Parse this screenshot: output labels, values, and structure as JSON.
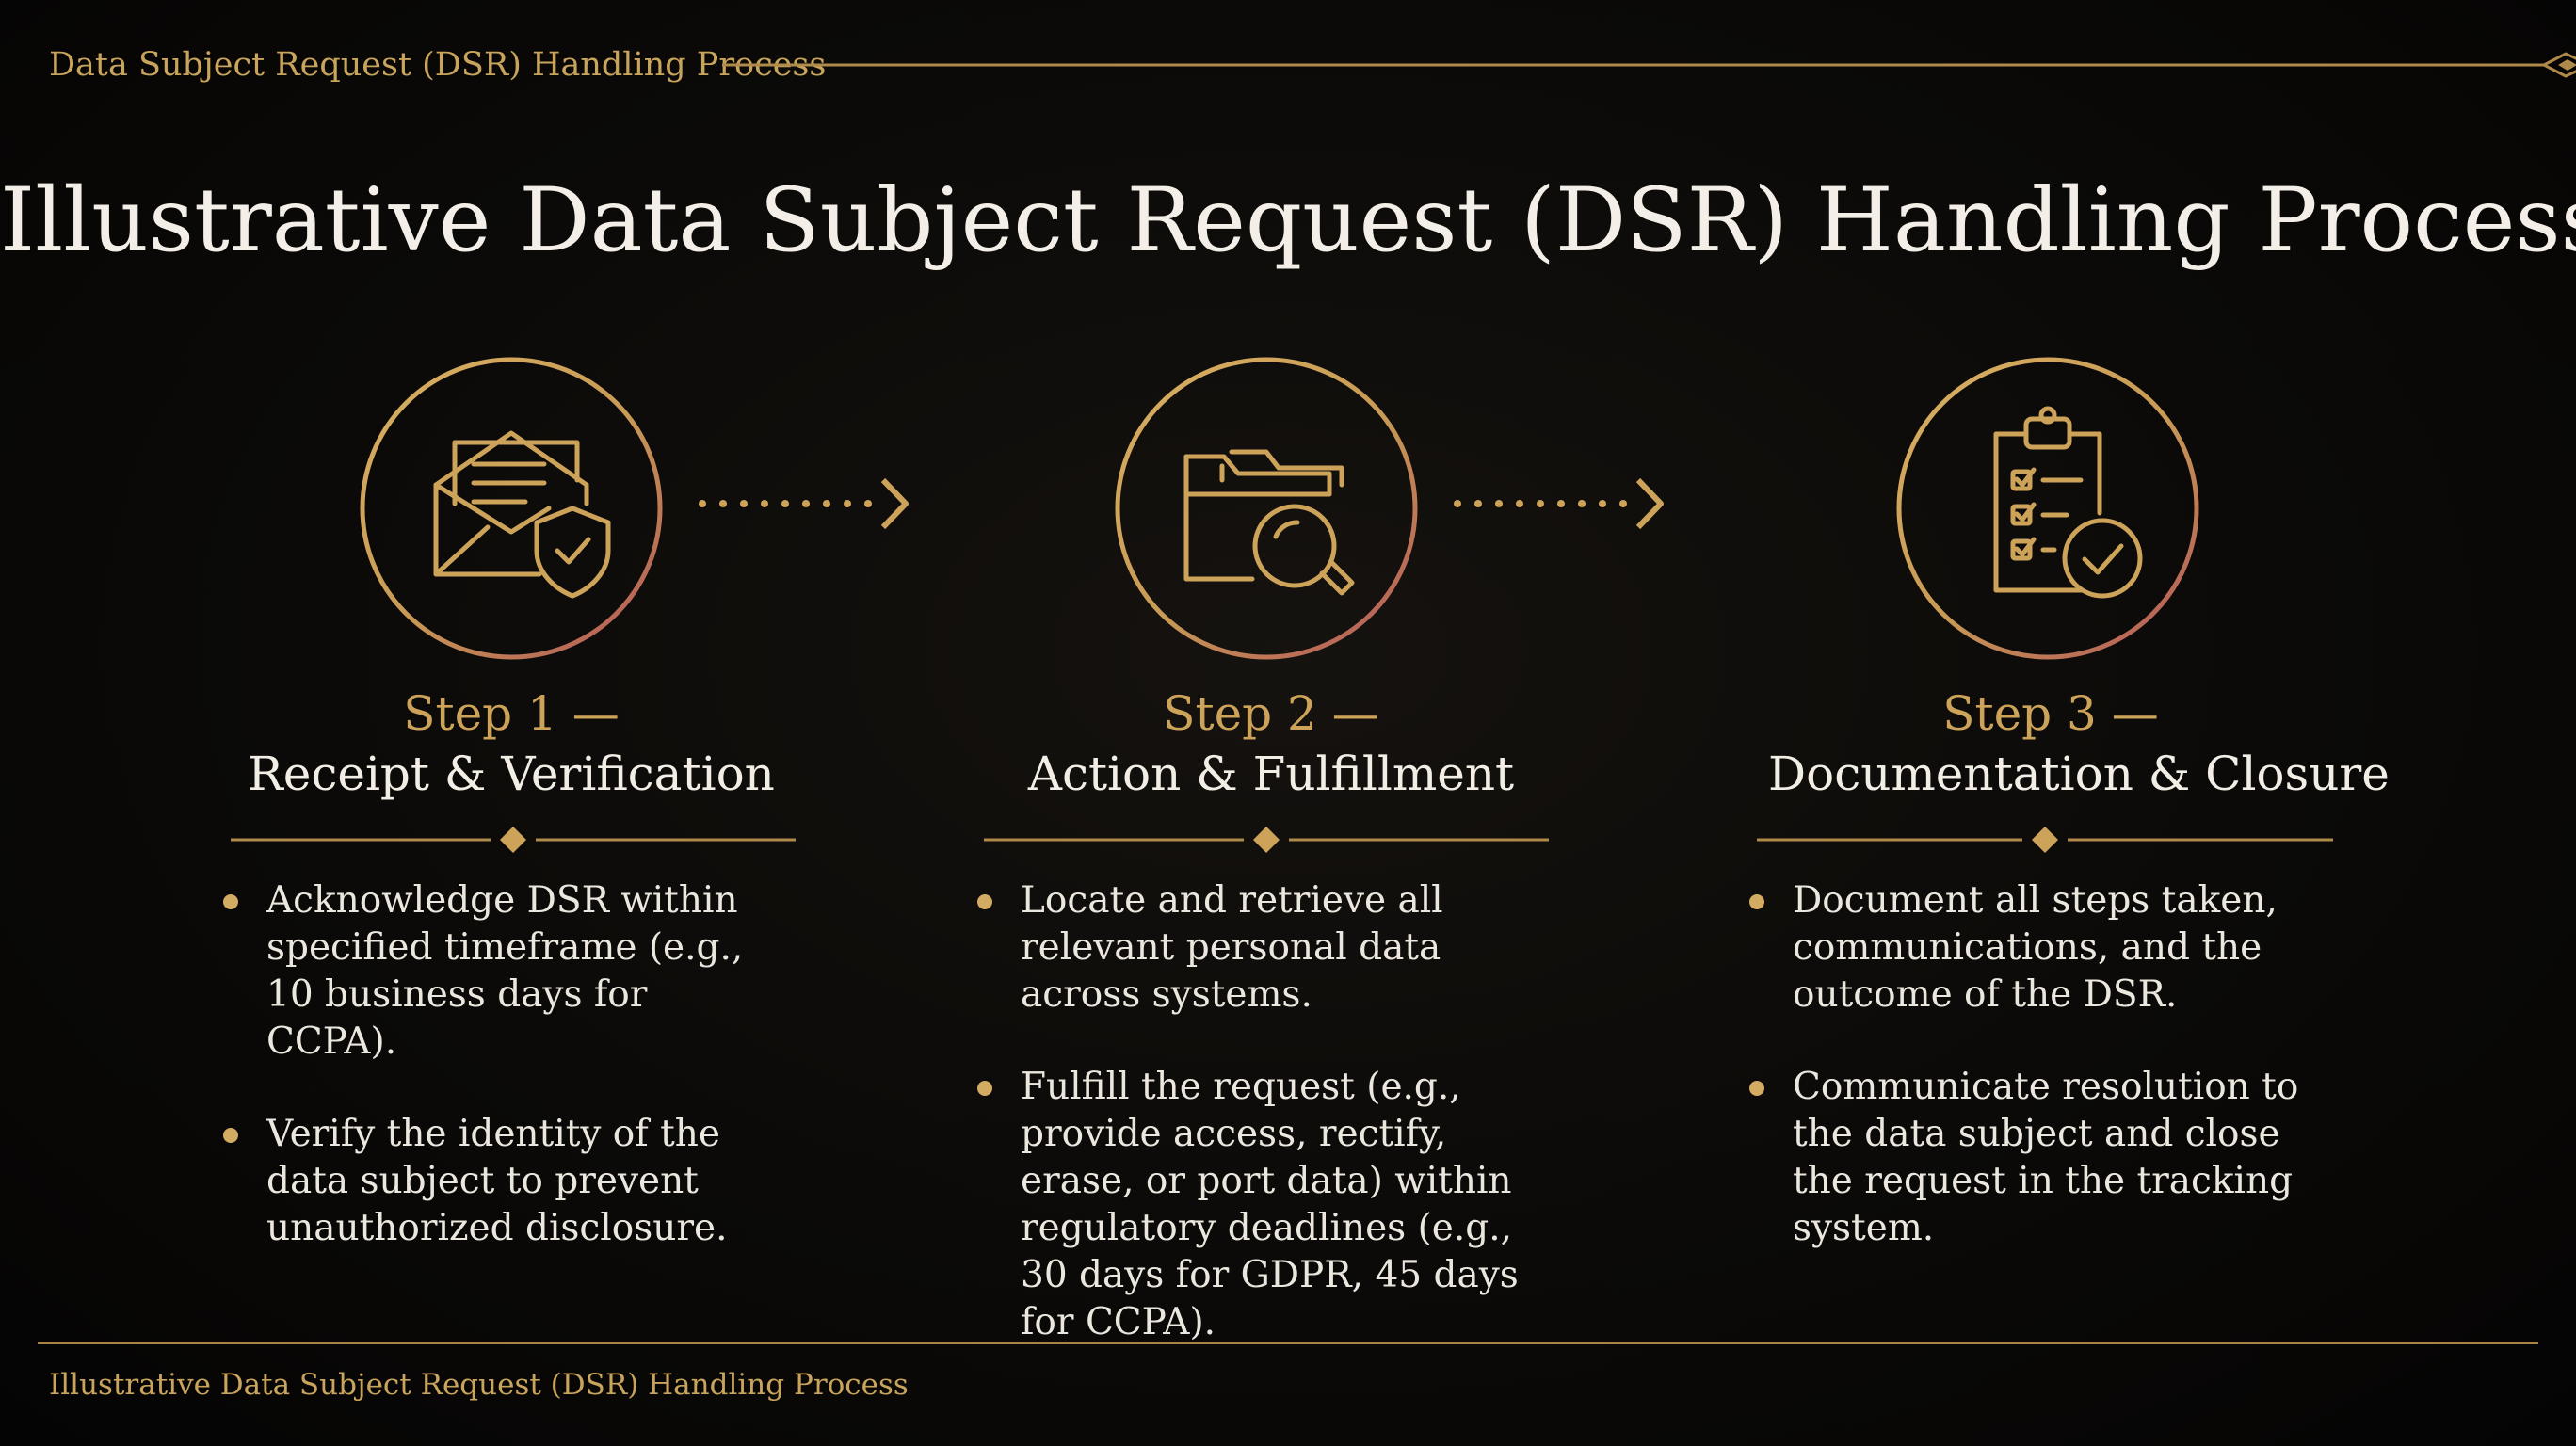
{
  "header": {
    "label": "Data Subject Request (DSR) Handling Process"
  },
  "title": "Illustrative Data Subject Request (DSR) Handling Process",
  "colors": {
    "gold": "#cda35a",
    "rose": "#b9625c",
    "text": "#f2eee6",
    "background": "#080706"
  },
  "steps": [
    {
      "number": "Step 1 —",
      "name": "Receipt & Verification",
      "icon": "envelope-shield-icon",
      "bullets": [
        "Acknowledge DSR within specified timeframe (e.g., 10 business days for CCPA).",
        "Verify the identity of the data subject to prevent unauthorized disclosure."
      ]
    },
    {
      "number": "Step 2 —",
      "name": "Action & Fulfillment",
      "icon": "folder-search-icon",
      "bullets": [
        "Locate and retrieve all relevant personal data across systems.",
        "Fulfill the request (e.g., provide access, rectify, erase, or port data) within regulatory deadlines (e.g., 30 days for GDPR, 45 days for CCPA)."
      ]
    },
    {
      "number": "Step 3 —",
      "name": "Documentation & Closure",
      "icon": "clipboard-check-icon",
      "bullets": [
        "Document all steps taken, communications, and the outcome of the DSR.",
        "Communicate resolution to the data subject and close the request in the tracking system."
      ]
    }
  ],
  "footer": {
    "label": "Illustrative Data Subject Request (DSR) Handling Process"
  }
}
